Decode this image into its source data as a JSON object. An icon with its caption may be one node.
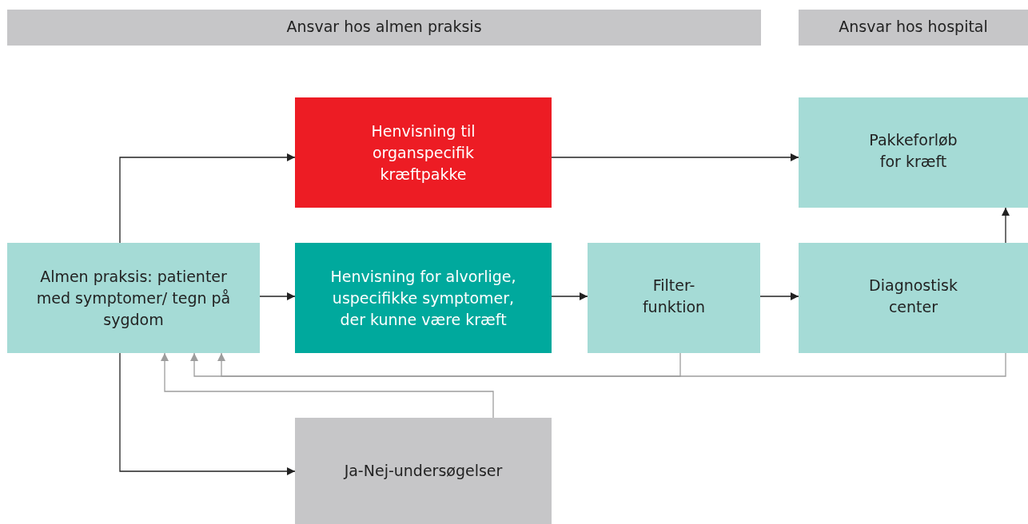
{
  "diagram": {
    "nodes": [
      {
        "text": [
          "Ansvar hos almen praksis"
        ]
      },
      {
        "text": [
          "Ansvar hos hospital"
        ]
      },
      {
        "text": [
          "Henvisning til organspecifik kræftpakke"
        ]
      },
      {
        "text": [
          "Pakkeforløb for kræft"
        ]
      },
      {
        "text": [
          "Almen praksis: patienter med symptomer/ tegn på sygdom"
        ]
      },
      {
        "text": [
          "Henvisning for alvorlige, uspecifikke symptomer, der kunne være kræft"
        ]
      },
      {
        "text": [
          "Filter-funktion"
        ]
      },
      {
        "text": [
          "Diagnostisk center"
        ]
      },
      {
        "text": [
          "Ja-Nej-undersøgelser"
        ]
      }
    ],
    "edges": [
      {
        "from": 4,
        "to": 2,
        "arrow": "to"
      },
      {
        "from": 2,
        "to": 3,
        "arrow": "to"
      },
      {
        "from": 4,
        "to": 5,
        "arrow": "to"
      },
      {
        "from": 5,
        "to": 6,
        "arrow": "to"
      },
      {
        "from": 6,
        "to": 7,
        "arrow": "to"
      },
      {
        "from": 7,
        "to": 3,
        "arrow": "to"
      },
      {
        "from": 4,
        "to": 8,
        "arrow": "to"
      },
      {
        "from": 6,
        "to": 4,
        "arrow": "to",
        "color": "#9d9d9d"
      },
      {
        "from": 7,
        "to": 4,
        "arrow": "to",
        "color": "#9d9d9d"
      },
      {
        "from": 8,
        "to": 4,
        "arrow": "to",
        "color": "#9d9d9d"
      }
    ]
  }
}
